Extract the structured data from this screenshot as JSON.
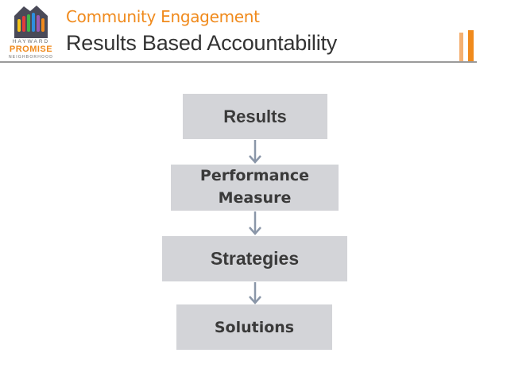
{
  "header": {
    "logo": {
      "line1": "HAYWARD",
      "line2": "PROMISE",
      "line3": "NEIGHBORHOOD",
      "icon": "house-with-hands-logo"
    },
    "subtitle": "Community Engagement",
    "title": "Results Based Accountability"
  },
  "flow": {
    "steps": [
      "Results",
      "Performance\nMeasure",
      "Strategies",
      "Solutions"
    ]
  },
  "colors": {
    "accent": "#f08a1c",
    "accent_light": "#f4b072",
    "box_fill": "#d3d4d8",
    "arrow": "#8a96a8",
    "text_dark": "#333333"
  }
}
